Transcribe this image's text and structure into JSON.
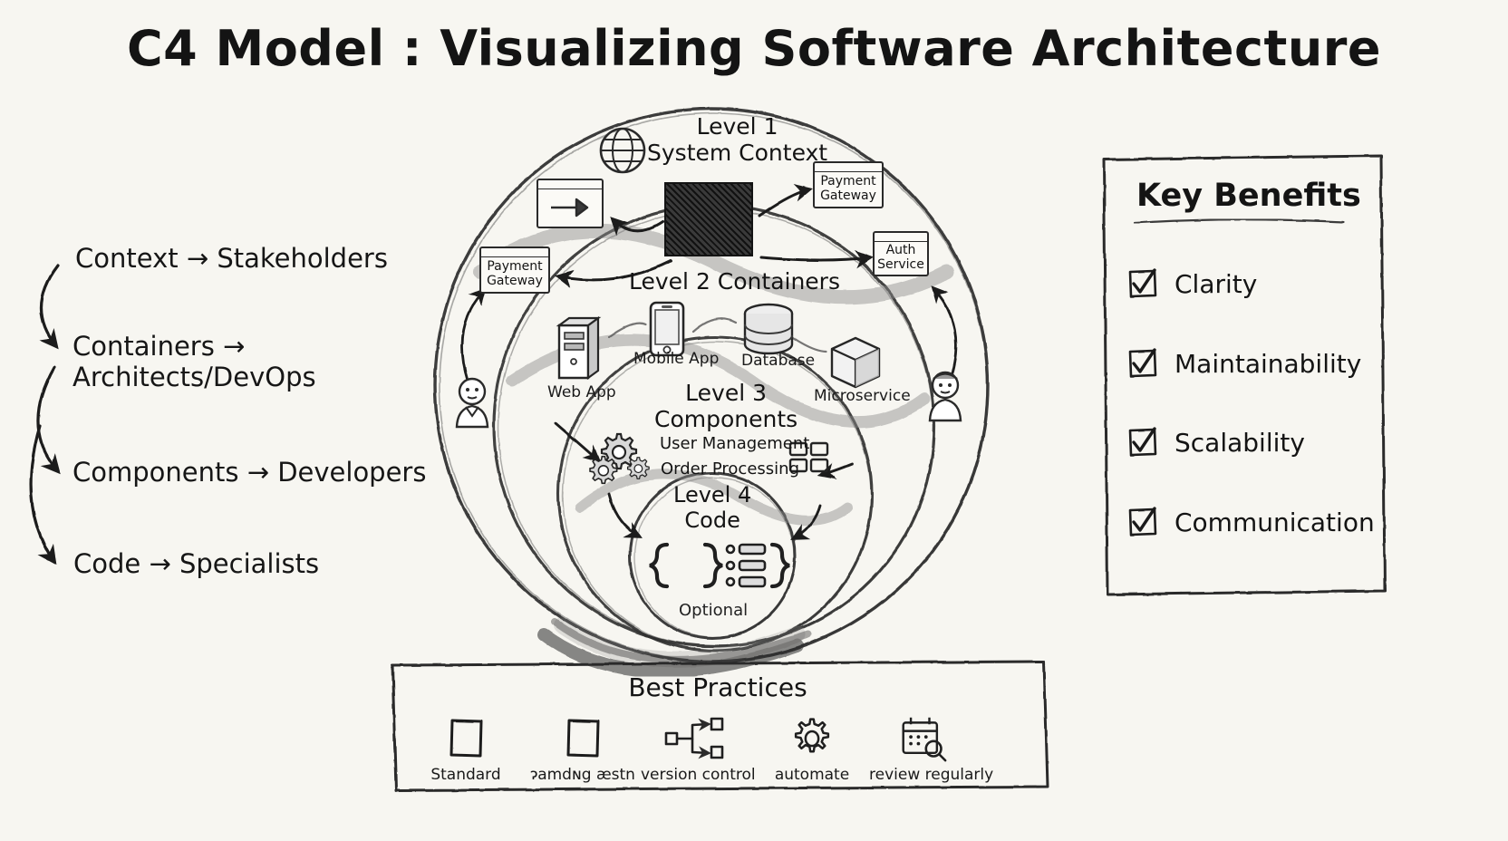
{
  "title": "C4 Model : Visualizing Software Architecture",
  "left_flow": {
    "items": [
      {
        "label": "Context → Stakeholders"
      },
      {
        "label": "Containers →\nArchitects/DevOps"
      },
      {
        "label": "Components → Developers"
      },
      {
        "label": "Code → Specialists"
      }
    ]
  },
  "key_benefits": {
    "title": "Key Benefits",
    "items": [
      {
        "label": "Clarity",
        "checked": true
      },
      {
        "label": "Maintainability",
        "checked": true
      },
      {
        "label": "Scalability",
        "checked": true
      },
      {
        "label": "Communication",
        "checked": true
      }
    ]
  },
  "diagram": {
    "levels": [
      {
        "id": "level-1",
        "title": "Level 1\nSystem Context",
        "icon": "globe-icon"
      },
      {
        "id": "level-2",
        "title": "Level 2 Containers"
      },
      {
        "id": "level-3",
        "title": "Level 3\nComponents"
      },
      {
        "id": "level-4",
        "title": "Level 4\nCode",
        "note": "Optional"
      }
    ],
    "level1_nodes": [
      {
        "label": "Payment\nGateway",
        "icon": "browser-window-icon"
      },
      {
        "label": "Auth\nService",
        "icon": "browser-window-icon"
      },
      {
        "label": "Payment\nGateway",
        "icon": "browser-window-icon"
      }
    ],
    "level2_nodes": [
      {
        "label": "Web App",
        "icon": "server-tower-icon"
      },
      {
        "label": "Mobile App",
        "icon": "smartphone-icon"
      },
      {
        "label": "Database",
        "icon": "database-cylinder-icon"
      },
      {
        "label": "Microservice",
        "icon": "package-box-icon"
      }
    ],
    "level3_components": [
      {
        "label": "User Management"
      },
      {
        "label": "Order Processing"
      }
    ],
    "level4_icons": [
      "curly-braces-icon",
      "code-list-icon"
    ],
    "actors": [
      "person-icon",
      "person-icon"
    ]
  },
  "best_practices": {
    "title": "Best Practices",
    "items": [
      {
        "label": "Standard",
        "icon": "square-outline-icon"
      },
      {
        "label": "ɂamdɴg æstn",
        "icon": "square-outline-icon"
      },
      {
        "label": "version control",
        "icon": "branch-nodes-icon"
      },
      {
        "label": "automate",
        "icon": "gear-icon"
      },
      {
        "label": "review regularly",
        "icon": "calendar-search-icon"
      }
    ]
  },
  "colors": {
    "background": "#f7f6f1",
    "ink": "#1a1a1a",
    "pencil": "#4a4a4a"
  }
}
